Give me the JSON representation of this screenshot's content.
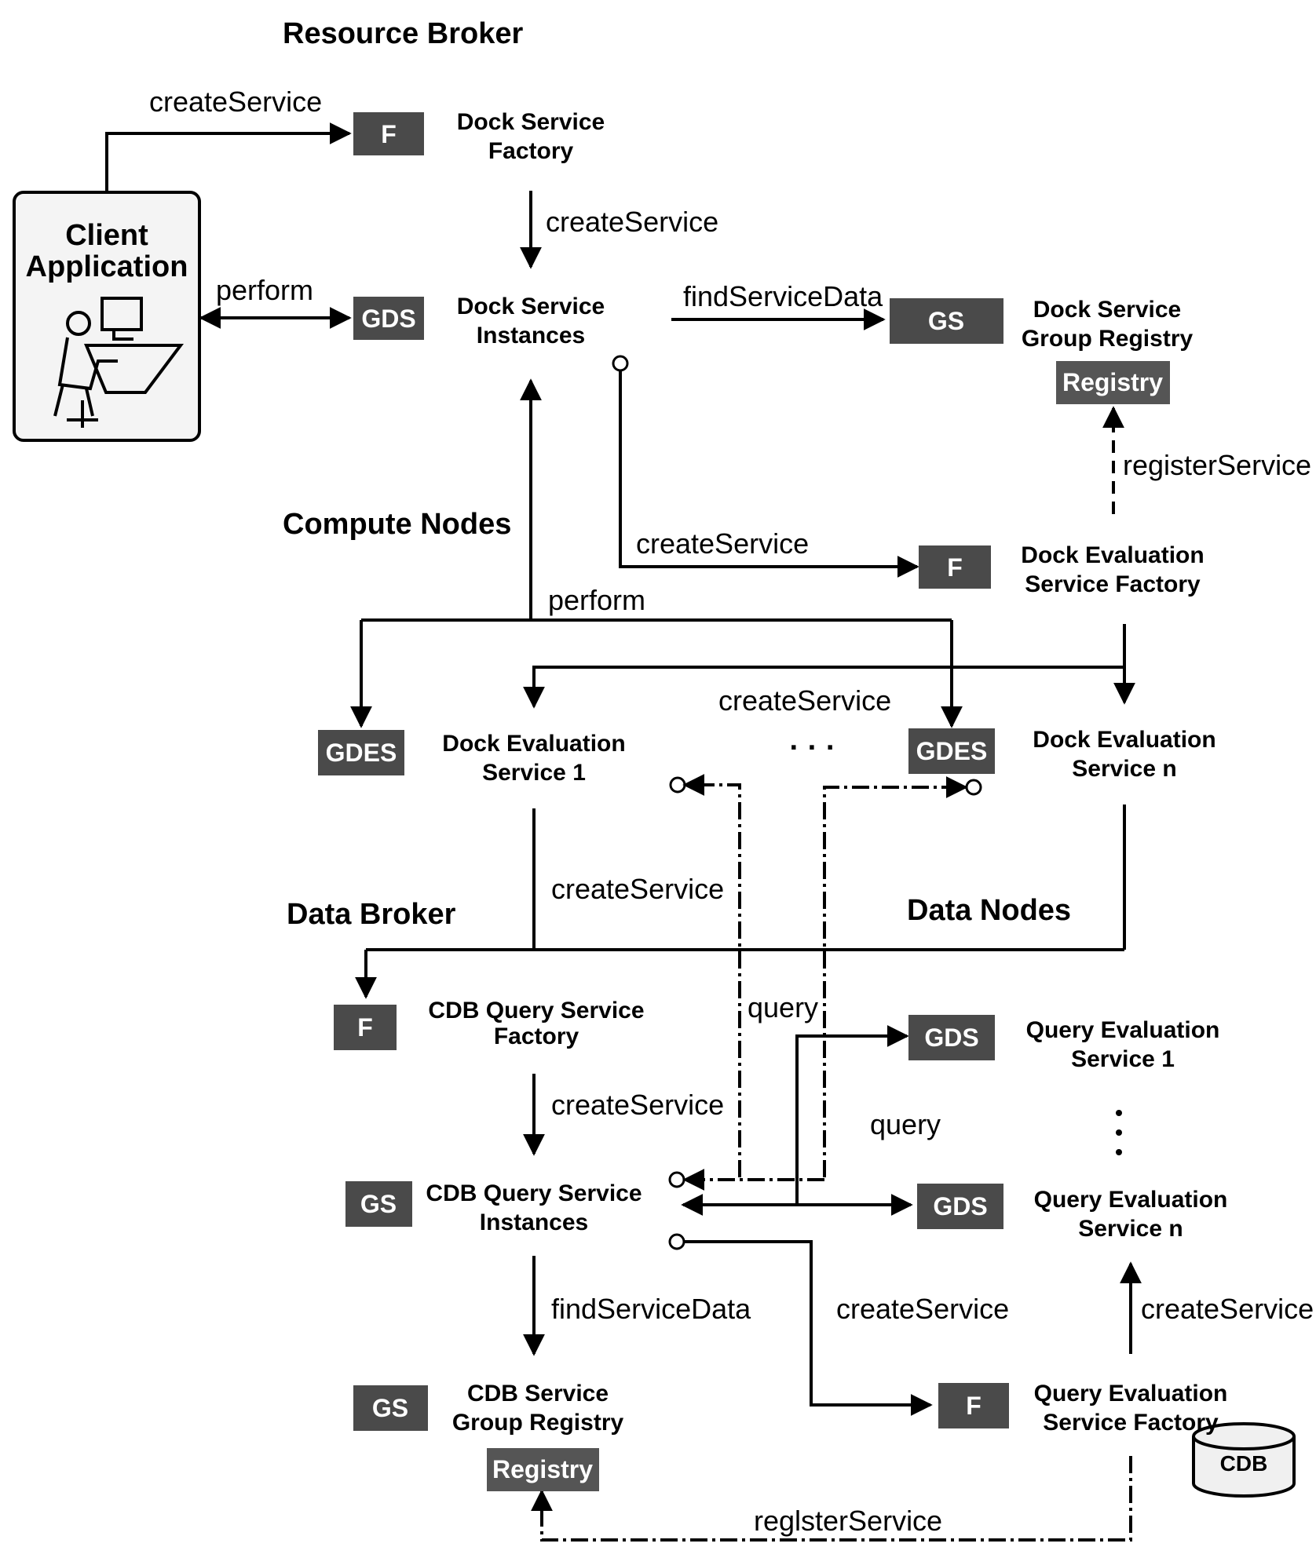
{
  "sections": {
    "resource_broker": "Resource Broker",
    "compute_nodes": "Compute Nodes",
    "data_broker": "Data Broker",
    "data_nodes": "Data Nodes"
  },
  "client": {
    "name_line1": "Client",
    "name_line2": "Application"
  },
  "services": {
    "dsf_1": "Dock Service",
    "dsf_2": "Factory",
    "dsi_1": "Dock Service",
    "dsi_2": "Instances",
    "dsgr_1": "Dock Service",
    "dsgr_2": "Group Registry",
    "desf_1": "Dock Evaluation",
    "desf_2": "Service Factory",
    "des1_1": "Dock Evaluation",
    "des1_2": "Service 1",
    "desn_1": "Dock Evaluation",
    "desn_2": "Service n",
    "cqsf_1": "CDB Query Service",
    "cqsf_2": "Factory",
    "cqsi_1": "CDB Query Service",
    "cqsi_2": "Instances",
    "csgr_1": "CDB Service",
    "csgr_2": "Group Registry",
    "qes1_1": "Query Evaluation",
    "qes1_2": "Service 1",
    "qesn_1": "Query Evaluation",
    "qesn_2": "Service n",
    "qesf_1": "Query Evaluation",
    "qesf_2": "Service Factory"
  },
  "badges": {
    "f": "F",
    "gds": "GDS",
    "gs": "GS",
    "gdes": "GDES",
    "registry": "Registry"
  },
  "cdb": "CDB",
  "ellipsis": "· · ·",
  "edges": {
    "create_service": "createService",
    "perform": "perform",
    "find_service_data": "findServiceData",
    "register_service": "registerService",
    "register_service_bottom": "reglsterService",
    "query": "query"
  },
  "colors": {
    "badge_fill": "#4a4a4a",
    "registry_fill": "#555555",
    "line": "#000000"
  }
}
